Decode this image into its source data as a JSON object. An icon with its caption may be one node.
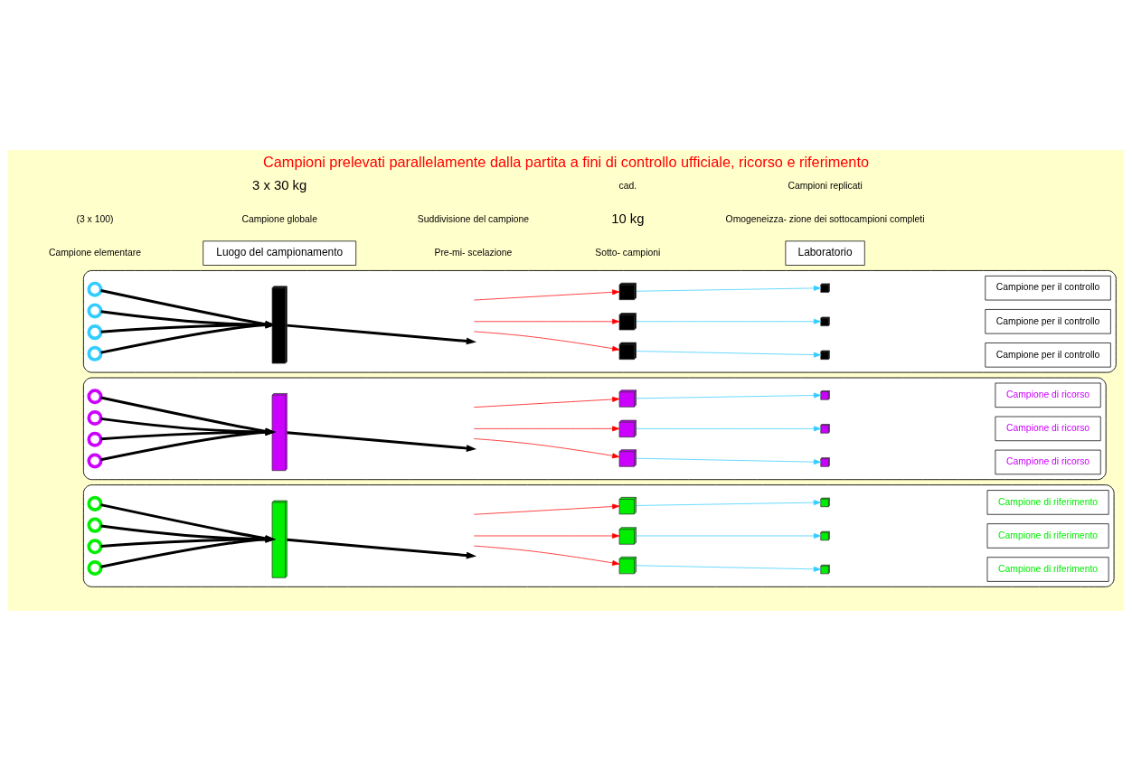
{
  "diagram": {
    "title": "Campioni prelevati parallelamente dalla partita a fini di controllo ufficiale, ricorso e riferimento",
    "nodes": [
      {
        "text": [],
        "shape": "box"
      },
      {
        "text": [],
        "shape": "circle",
        "in": 0
      },
      {
        "text": [],
        "shape": "circle",
        "in": 0
      },
      {
        "text": [],
        "shape": "circle",
        "in": 0
      },
      {
        "text": [],
        "shape": "circle",
        "in": 0
      },
      {
        "text": [],
        "shape": "bar",
        "in": 0
      },
      {
        "text": [],
        "shape": "box",
        "in": 0
      },
      {
        "text": [],
        "shape": "box",
        "in": 0
      },
      {
        "text": [],
        "shape": "box",
        "in": 0
      },
      {
        "text": [],
        "shape": "box",
        "in": 0
      },
      {
        "text": [],
        "shape": "box",
        "in": 0
      },
      {
        "text": [],
        "shape": "box",
        "in": 0
      },
      {
        "text": [
          "Campione per il controllo"
        ],
        "in": 0
      },
      {
        "text": [
          "Campione per il controllo"
        ],
        "in": 0
      },
      {
        "text": [
          "Campione per il controllo"
        ],
        "in": 0
      },
      {
        "text": [],
        "shape": "box"
      },
      {
        "text": [],
        "shape": "circle",
        "in": 15
      },
      {
        "text": [],
        "shape": "circle",
        "in": 15
      },
      {
        "text": [],
        "shape": "circle",
        "in": 15
      },
      {
        "text": [],
        "shape": "circle",
        "in": 15
      },
      {
        "text": [],
        "shape": "bar",
        "in": 15
      },
      {
        "text": [],
        "shape": "box",
        "in": 15
      },
      {
        "text": [],
        "shape": "box",
        "in": 15
      },
      {
        "text": [],
        "shape": "box",
        "in": 15
      },
      {
        "text": [],
        "shape": "box",
        "in": 15
      },
      {
        "text": [],
        "shape": "box",
        "in": 15
      },
      {
        "text": [],
        "shape": "box",
        "in": 15
      },
      {
        "text": [
          "Campione di ricorso"
        ],
        "in": 15
      },
      {
        "text": [
          "Campione di ricorso"
        ],
        "in": 15
      },
      {
        "text": [
          "Campione di ricorso"
        ],
        "in": 15
      },
      {
        "text": [],
        "shape": "box"
      },
      {
        "text": [],
        "shape": "circle",
        "in": 30
      },
      {
        "text": [],
        "shape": "circle",
        "in": 30
      },
      {
        "text": [],
        "shape": "circle",
        "in": 30
      },
      {
        "text": [],
        "shape": "circle",
        "in": 30
      },
      {
        "text": [],
        "shape": "bar",
        "in": 30
      },
      {
        "text": [],
        "shape": "box",
        "in": 30
      },
      {
        "text": [],
        "shape": "box",
        "in": 30
      },
      {
        "text": [],
        "shape": "box",
        "in": 30
      },
      {
        "text": [],
        "shape": "box",
        "in": 30
      },
      {
        "text": [],
        "shape": "box",
        "in": 30
      },
      {
        "text": [],
        "shape": "box",
        "in": 30
      },
      {
        "text": [
          "Campione di riferimento"
        ],
        "in": 30
      },
      {
        "text": [
          "Campione di riferimento"
        ],
        "in": 30
      },
      {
        "text": [
          "Campione di riferimento"
        ],
        "in": 30
      },
      {
        "text": [
          "Luogo del campionamento"
        ]
      },
      {
        "text": [
          "Laboratorio"
        ]
      }
    ],
    "edges": [
      {
        "from": 1,
        "to": 5,
        "arrow": "to",
        "style": "thick"
      },
      {
        "from": 2,
        "to": 5,
        "arrow": "to",
        "style": "thick"
      },
      {
        "from": 3,
        "to": 5,
        "arrow": "to",
        "style": "thick"
      },
      {
        "from": 4,
        "to": 5,
        "arrow": "to",
        "style": "thick"
      },
      {
        "from": 5,
        "to": null,
        "arrow": "to",
        "style": "thick"
      },
      {
        "from": null,
        "to": 6,
        "arrow": "to",
        "color": "#ff0000"
      },
      {
        "from": null,
        "to": 7,
        "arrow": "to",
        "color": "#ff0000"
      },
      {
        "from": null,
        "to": 8,
        "arrow": "to",
        "color": "#ff0000"
      },
      {
        "from": 6,
        "to": 9,
        "arrow": "to",
        "color": "#33ccff"
      },
      {
        "from": 7,
        "to": 10,
        "arrow": "to",
        "color": "#33ccff"
      },
      {
        "from": 8,
        "to": 11,
        "arrow": "to",
        "color": "#33ccff"
      },
      {
        "from": 16,
        "to": 20,
        "arrow": "to",
        "style": "thick"
      },
      {
        "from": 17,
        "to": 20,
        "arrow": "to",
        "style": "thick"
      },
      {
        "from": 18,
        "to": 20,
        "arrow": "to",
        "style": "thick"
      },
      {
        "from": 19,
        "to": 20,
        "arrow": "to",
        "style": "thick"
      },
      {
        "from": 20,
        "to": null,
        "arrow": "to",
        "style": "thick"
      },
      {
        "from": null,
        "to": 21,
        "arrow": "to",
        "color": "#ff0000"
      },
      {
        "from": null,
        "to": 22,
        "arrow": "to",
        "color": "#ff0000"
      },
      {
        "from": null,
        "to": 23,
        "arrow": "to",
        "color": "#ff0000"
      },
      {
        "from": 21,
        "to": 24,
        "arrow": "to",
        "color": "#33ccff"
      },
      {
        "from": 22,
        "to": 25,
        "arrow": "to",
        "color": "#33ccff"
      },
      {
        "from": 23,
        "to": 26,
        "arrow": "to",
        "color": "#33ccff"
      },
      {
        "from": 31,
        "to": 35,
        "arrow": "to",
        "style": "thick"
      },
      {
        "from": 32,
        "to": 35,
        "arrow": "to",
        "style": "thick"
      },
      {
        "from": 33,
        "to": 35,
        "arrow": "to",
        "style": "thick"
      },
      {
        "from": 34,
        "to": 35,
        "arrow": "to",
        "style": "thick"
      },
      {
        "from": 35,
        "to": null,
        "arrow": "to",
        "style": "thick"
      },
      {
        "from": null,
        "to": 36,
        "arrow": "to",
        "color": "#ff0000"
      },
      {
        "from": null,
        "to": 37,
        "arrow": "to",
        "color": "#ff0000"
      },
      {
        "from": null,
        "to": 38,
        "arrow": "to",
        "color": "#ff0000"
      },
      {
        "from": 36,
        "to": 39,
        "arrow": "to",
        "color": "#33ccff"
      },
      {
        "from": 37,
        "to": 40,
        "arrow": "to",
        "color": "#33ccff"
      },
      {
        "from": 38,
        "to": 41,
        "arrow": "to",
        "color": "#33ccff"
      }
    ],
    "labels": [
      "Campione elementare",
      "(3 x 100)",
      "Campione globale",
      "3 x 30 kg",
      "Pre-mi- scelazione",
      "Suddivisione del campione",
      "Sotto- campioni",
      "10 kg",
      "cad.",
      "Omogeneizza- zione dei sottocampioni completi",
      "Campioni replicati"
    ]
  }
}
